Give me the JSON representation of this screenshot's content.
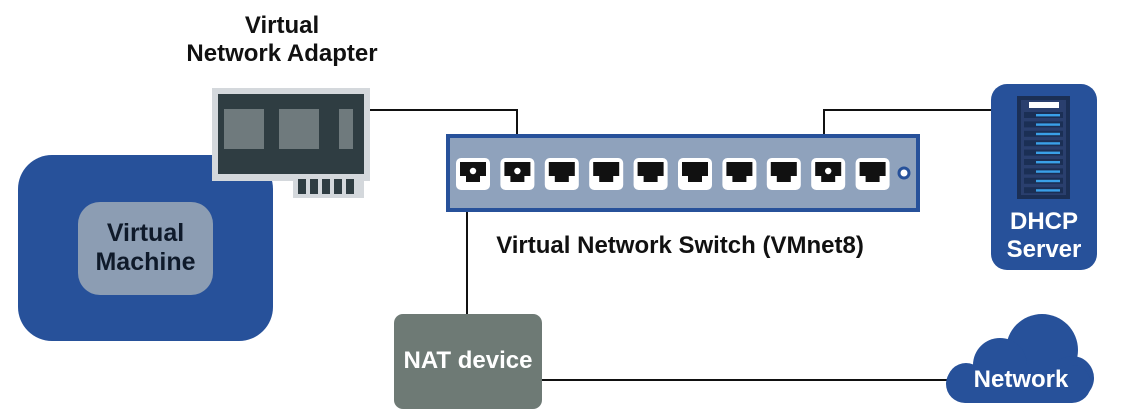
{
  "adapter": {
    "line1": "Virtual",
    "line2": "Network Adapter"
  },
  "vm": {
    "line1": "Virtual",
    "line2": "Machine"
  },
  "switch": {
    "label": "Virtual Network Switch (VMnet8)",
    "port_count": 10
  },
  "dhcp": {
    "line1": "DHCP",
    "line2": "Server"
  },
  "nat": {
    "label": "NAT device"
  },
  "network": {
    "label": "Network"
  },
  "colors": {
    "blue": "#27519a",
    "gray_box": "#8c9db3",
    "switch_fill": "#8fa2bc",
    "nat_fill": "#6e7a75",
    "adapter_fill": "#2f3d42"
  }
}
